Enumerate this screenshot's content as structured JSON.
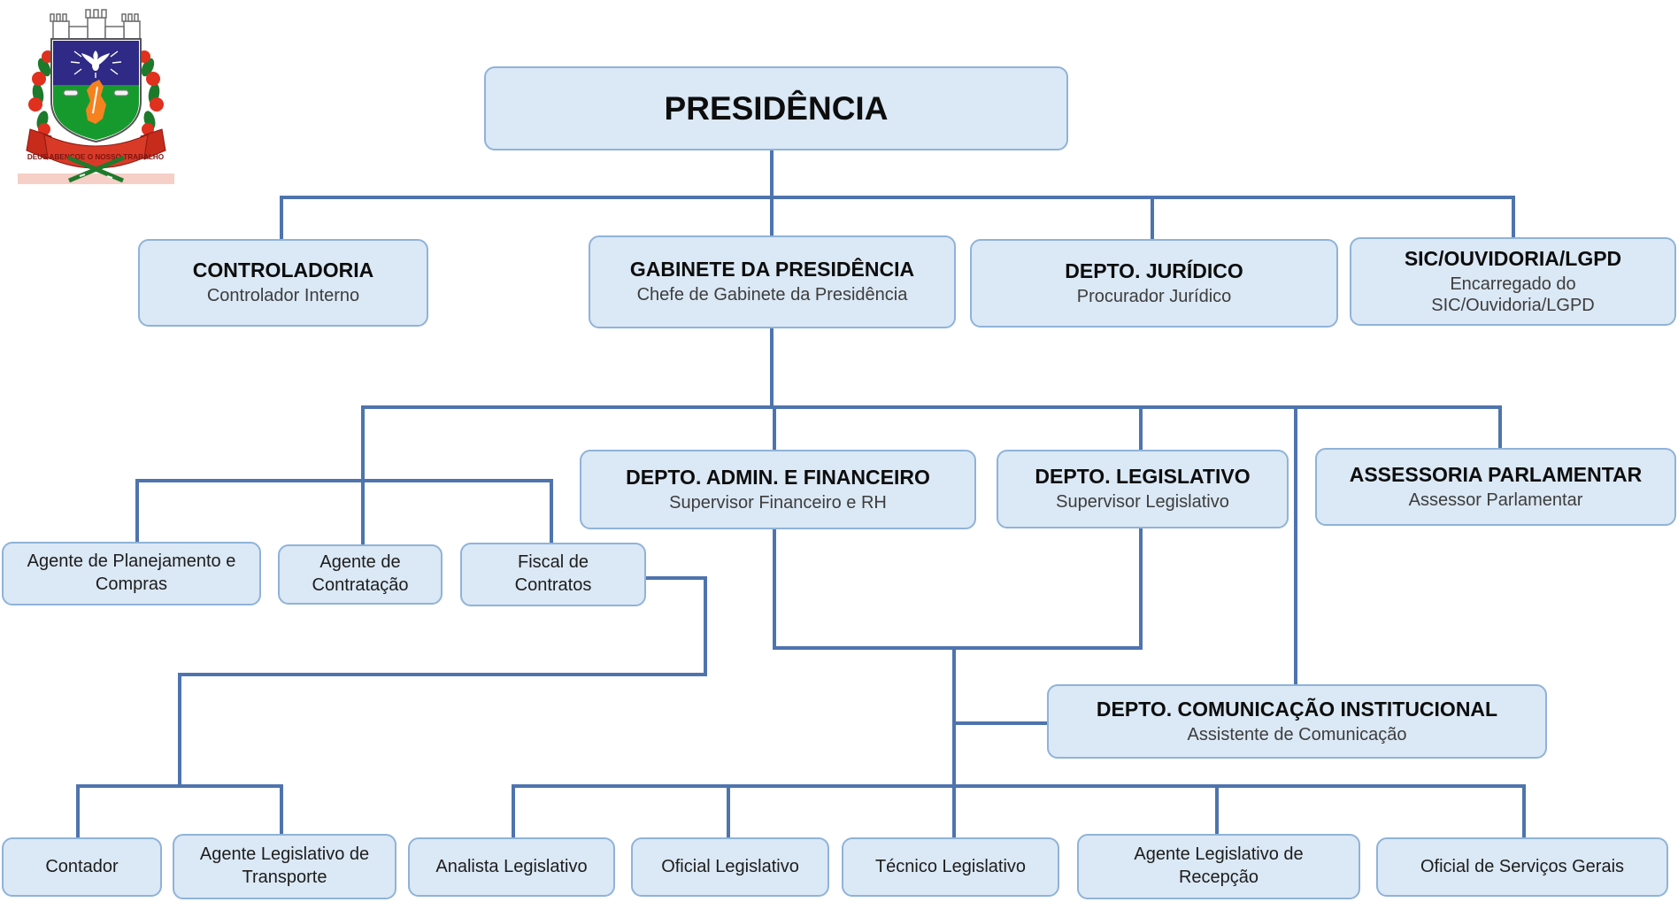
{
  "colors": {
    "box_fill": "#dbe8f5",
    "box_border": "#8fb3d9",
    "connector": "#4e74ae",
    "title_text": "#0d0d0d",
    "subtitle_text": "#3d3d3d"
  },
  "logo": {
    "motto": "DEUS ABENÇOE O NOSSO TRABALHO"
  },
  "org": {
    "presidencia": {
      "title": "PRESIDÊNCIA"
    },
    "controladoria": {
      "title": "CONTROLADORIA",
      "subtitle": "Controlador Interno"
    },
    "gabinete": {
      "title": "GABINETE DA PRESIDÊNCIA",
      "subtitle": "Chefe de Gabinete da Presidência"
    },
    "juridico": {
      "title": "DEPTO. JURÍDICO",
      "subtitle": "Procurador Jurídico"
    },
    "sic": {
      "title": "SIC/OUVIDORIA/LGPD",
      "subtitle": "Encarregado do SIC/Ouvidoria/LGPD"
    },
    "admin_financeiro": {
      "title": "DEPTO. ADMIN. E FINANCEIRO",
      "subtitle": "Supervisor Financeiro e RH"
    },
    "legislativo": {
      "title": "DEPTO. LEGISLATIVO",
      "subtitle": "Supervisor Legislativo"
    },
    "assessoria": {
      "title": "ASSESSORIA PARLAMENTAR",
      "subtitle": "Assessor Parlamentar"
    },
    "planejamento": {
      "title": "Agente de Planejamento e Compras"
    },
    "contratacao": {
      "title": "Agente de Contratação"
    },
    "fiscal": {
      "title": "Fiscal de Contratos"
    },
    "comunicacao": {
      "title": "DEPTO. COMUNICAÇÃO INSTITUCIONAL",
      "subtitle": "Assistente de Comunicação"
    },
    "contador": {
      "title": "Contador"
    },
    "transporte": {
      "title": "Agente Legislativo de Transporte"
    },
    "analista": {
      "title": "Analista Legislativo"
    },
    "oficial_legislativo": {
      "title": "Oficial Legislativo"
    },
    "tecnico": {
      "title": "Técnico Legislativo"
    },
    "recepcao": {
      "title": "Agente Legislativo de Recepção"
    },
    "servicos_gerais": {
      "title": "Oficial de Serviços Gerais"
    }
  }
}
